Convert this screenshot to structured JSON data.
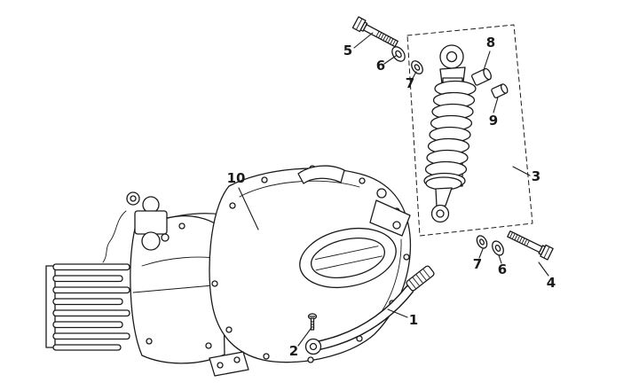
{
  "colors": {
    "line": "#1a1a1a",
    "background": "#ffffff"
  },
  "callouts": {
    "c1": {
      "label": "1"
    },
    "c2": {
      "label": "2"
    },
    "c3": {
      "label": "3"
    },
    "c4": {
      "label": "4"
    },
    "c5": {
      "label": "5"
    },
    "c6_upper": {
      "label": "6"
    },
    "c6_lower": {
      "label": "6"
    },
    "c7_upper": {
      "label": "7"
    },
    "c7_lower": {
      "label": "7"
    },
    "c8": {
      "label": "8"
    },
    "c9": {
      "label": "9"
    },
    "c10": {
      "label": "10"
    }
  }
}
